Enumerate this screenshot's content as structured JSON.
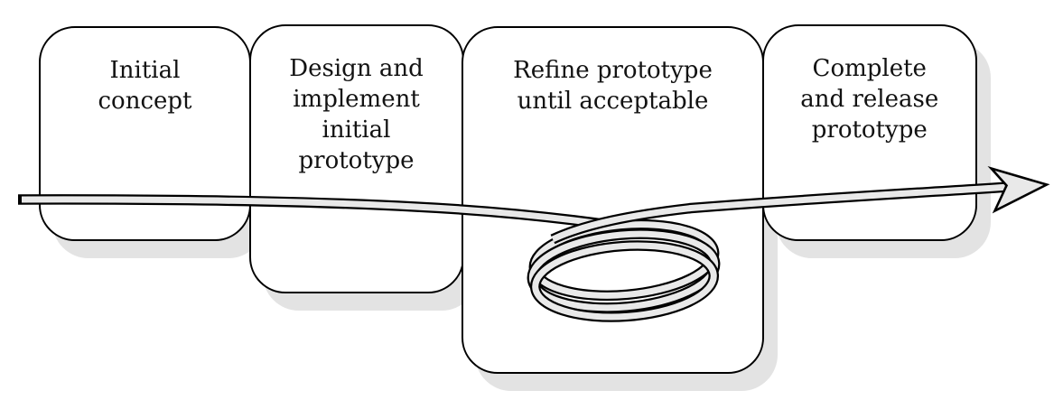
{
  "diagram": {
    "stages": [
      {
        "label": "Initial\nconcept"
      },
      {
        "label": "Design and\nimplement\ninitial\nprototype"
      },
      {
        "label": "Refine prototype\nuntil acceptable"
      },
      {
        "label": "Complete\nand release\nprototype"
      }
    ],
    "flow_arrow": {
      "direction": "left-to-right",
      "loop_at_stage": "Refine prototype until acceptable"
    },
    "colors": {
      "ribbon_fill": "#e9e9e9",
      "outline": "#000000",
      "box_fill": "#ffffff",
      "shadow": "#e3e3e3",
      "background": "#ffffff"
    }
  }
}
